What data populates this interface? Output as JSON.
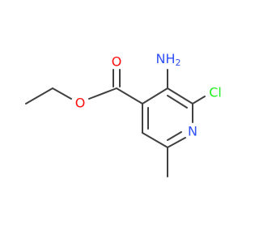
{
  "molecule": {
    "atoms": {
      "carbonyl_oxygen": {
        "label": "O",
        "color": "#ff0d0d"
      },
      "ester_oxygen": {
        "label": "O",
        "color": "#ff0d0d"
      },
      "amino_group": {
        "label": "NH",
        "subscript": "2",
        "color": "#3050f8"
      },
      "chlorine": {
        "label": "Cl",
        "color": "#1ff01f"
      },
      "ring_nitrogen": {
        "label": "N",
        "color": "#3050f8"
      }
    },
    "bond_color": "#404040"
  }
}
